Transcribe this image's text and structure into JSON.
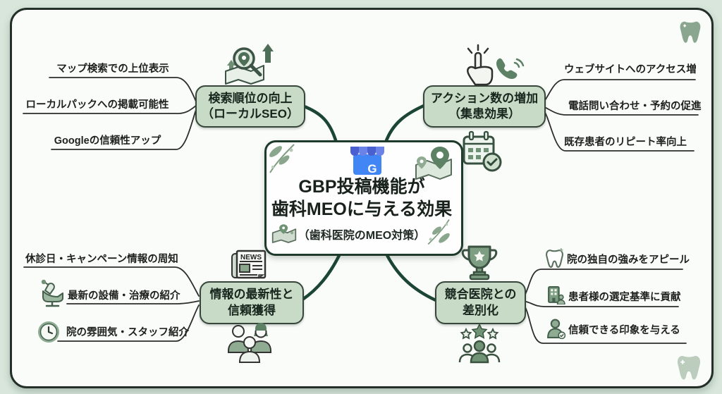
{
  "diagram": {
    "center": {
      "title_line1": "GBP投稿機能が",
      "title_line2": "歯科MEOに与える効果",
      "subtitle": "（歯科医院のMEO対策）",
      "gbp_letter": "G"
    },
    "branches": [
      {
        "id": "search-ranking",
        "label_line1": "検索順位の向上",
        "label_line2": "（ローカルSEO）",
        "icon": "map-search-rank-icon",
        "items": [
          {
            "text": "マップ検索での上位表示"
          },
          {
            "text": "ローカルパックへの掲載可能性"
          },
          {
            "text": "Googleの信頼性アップ"
          }
        ]
      },
      {
        "id": "actions-increase",
        "label_line1": "アクション数の増加",
        "label_line2": "（集患効果）",
        "icons": [
          "tap-icon",
          "phone-icon",
          "calendar-check-icon"
        ],
        "items": [
          {
            "text": "ウェブサイトへのアクセス増"
          },
          {
            "text": "電話問い合わせ・予約の促進"
          },
          {
            "text": "既存患者のリピート率向上"
          }
        ]
      },
      {
        "id": "info-freshness",
        "label_line1": "情報の最新性と",
        "label_line2": "信頼獲得",
        "icons": [
          "newspaper-icon",
          "staff-group-icon"
        ],
        "items": [
          {
            "text": "休診日・キャンペーン情報の周知"
          },
          {
            "icon": "dental-chair-icon",
            "text": "最新の設備・治療の紹介"
          },
          {
            "icon": "clock-icon",
            "text": "院の雰囲気・スタッフ紹介"
          }
        ]
      },
      {
        "id": "differentiation",
        "label_line1": "競合医院との",
        "label_line2": "差別化",
        "icons": [
          "trophy-icon",
          "star-people-icon"
        ],
        "items": [
          {
            "icon": "tooth-icon",
            "text": "院の独自の強みをアピール"
          },
          {
            "icon": "clinic-building-icon",
            "text": "患者様の選定基準に貢献"
          },
          {
            "icon": "person-icon",
            "text": "信頼できる印象を与える"
          }
        ]
      }
    ],
    "news_label": "NEWS",
    "colors": {
      "background": "#d8e6db",
      "card": "#fafcf9",
      "node_fill": "#c8dbc6",
      "node_border": "#36463a",
      "connector_green": "#1c4634",
      "leaf_line": "#2d2d2d",
      "accent_green": "#7d9e82",
      "gbp_blue": "#4285f4"
    }
  }
}
